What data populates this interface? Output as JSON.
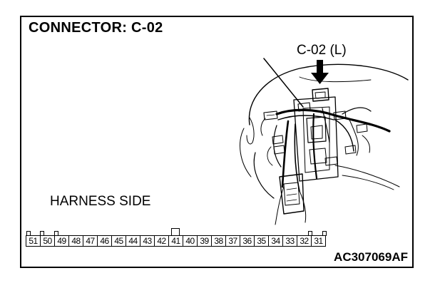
{
  "title": "CONNECTOR: C-02",
  "callout_label": "C-02 (L)",
  "harness_label": "HARNESS SIDE",
  "reference_code": "AC307069AF",
  "connector": {
    "pins": [
      "51",
      "50",
      "49",
      "48",
      "47",
      "46",
      "45",
      "44",
      "43",
      "42",
      "41",
      "40",
      "39",
      "38",
      "37",
      "36",
      "35",
      "34",
      "33",
      "32",
      "31"
    ]
  }
}
